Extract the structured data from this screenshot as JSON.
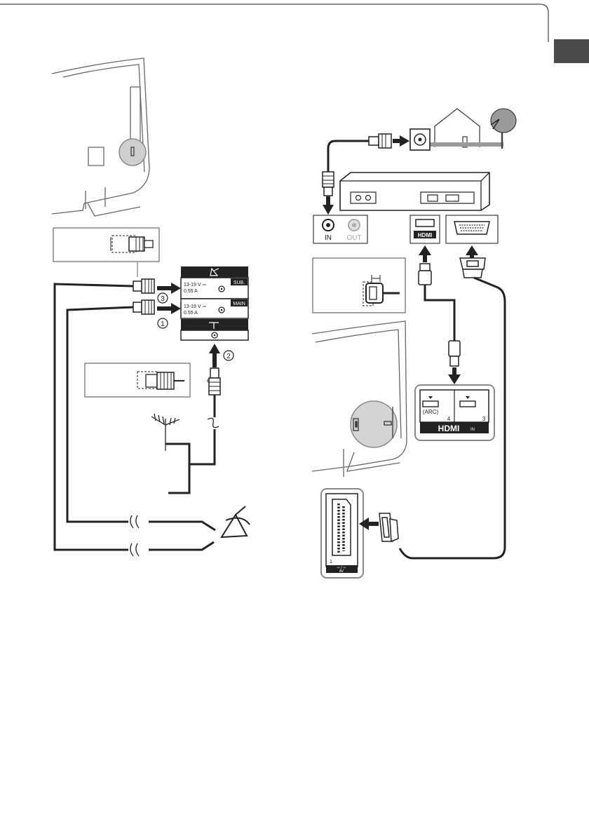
{
  "colors": {
    "line": "#222222",
    "thin": "#444444",
    "grey": "#9a9a9a",
    "light": "#d4d4d4",
    "tab": "#4a4a4a"
  },
  "icons": {
    "satellite": "satellite-dish-icon",
    "antenna": "terrestrial-antenna-icon",
    "house": "house-icon",
    "coax_plug": "coax-plug-icon",
    "f_connector": "f-connector-icon",
    "hdmi_plug": "hdmi-plug-icon",
    "scart_plug": "scart-plug-icon",
    "tv": "tv-rear-icon",
    "set_top_box": "set-top-box-icon"
  },
  "sat_panel": {
    "main": {
      "spec_line1": "13-19 V ⎓",
      "spec_line2": "0.55 A",
      "tag": "MAIN"
    },
    "sub": {
      "spec_line1": "13-19 V ⎓",
      "spec_line2": "0.55 A",
      "tag": "SUB."
    }
  },
  "steps": [
    "1",
    "2",
    "3"
  ],
  "stb": {
    "in_label": "IN",
    "out_label": "OUT",
    "hdmi_logo": "HDMI"
  },
  "tv_hdmi": {
    "port4": {
      "arc": "(ARC)",
      "number": "4"
    },
    "port3": {
      "number": "3"
    },
    "logo": "HDMI",
    "in": "IN"
  },
  "scart": {
    "number": "1",
    "label": "AV",
    "io": "⇨ / ⇦"
  }
}
